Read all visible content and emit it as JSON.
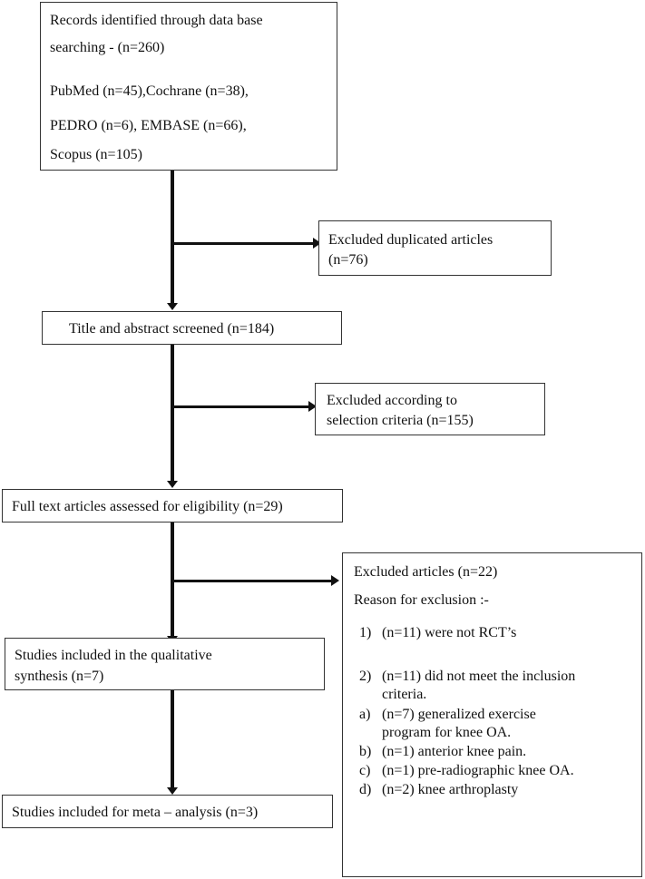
{
  "records": {
    "line1": "Records identified through data base",
    "line2": "searching - (n=260)",
    "line3": "PubMed (n=45),Cochrane (n=38),",
    "line4": "PEDRO (n=6), EMBASE (n=66),",
    "line5": "Scopus (n=105)"
  },
  "excluded_duplicates": {
    "line1": "Excluded duplicated articles",
    "line2": "(n=76)"
  },
  "screened": {
    "text": "Title and abstract screened (n=184)"
  },
  "excluded_criteria": {
    "line1": "Excluded according to",
    "line2": "selection criteria (n=155)"
  },
  "full_text": {
    "text": "Full text articles assessed for eligibility (n=29)"
  },
  "excluded_articles": {
    "title": "Excluded articles (n=22)",
    "reason_title": "Reason for exclusion :-",
    "items": [
      {
        "marker": "1)",
        "line1": "(n=11) were not RCT’s",
        "line2": ""
      },
      {
        "marker": "2)",
        "line1": "(n=11) did not meet the inclusion",
        "line2": "criteria."
      },
      {
        "marker": "a)",
        "line1": "(n=7) generalized exercise",
        "line2": "program for knee OA."
      },
      {
        "marker": "b)",
        "line1": "(n=1) anterior knee pain.",
        "line2": ""
      },
      {
        "marker": "c)",
        "line1": "(n=1) pre-radiographic knee OA.",
        "line2": ""
      },
      {
        "marker": "d)",
        "line1": "(n=2) knee arthroplasty",
        "line2": ""
      }
    ]
  },
  "qualitative": {
    "line1": "Studies included in the qualitative",
    "line2": "synthesis (n=7)"
  },
  "meta": {
    "text": "Studies included for meta – analysis  (n=3)"
  }
}
